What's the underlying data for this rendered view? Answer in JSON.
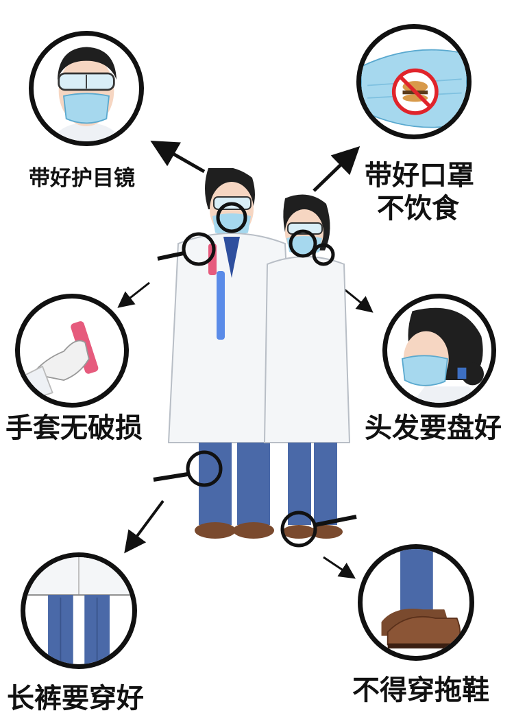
{
  "labels": {
    "goggles": "带好护目镜",
    "mask_line1": "带好口罩",
    "mask_line2": "不饮食",
    "gloves": "手套无破损",
    "hair": "头发要盘好",
    "pants": "长裤要穿好",
    "shoes": "不得穿拖鞋"
  },
  "colors": {
    "coat": "#f4f6f8",
    "pants": "#4a69a8",
    "mask": "#a6d8ee",
    "shoe": "#7a4a2e",
    "hair": "#1f1f1f",
    "skin": "#f6d6c2",
    "tube": "#e65b7d",
    "prohibit": "#e0242b"
  }
}
